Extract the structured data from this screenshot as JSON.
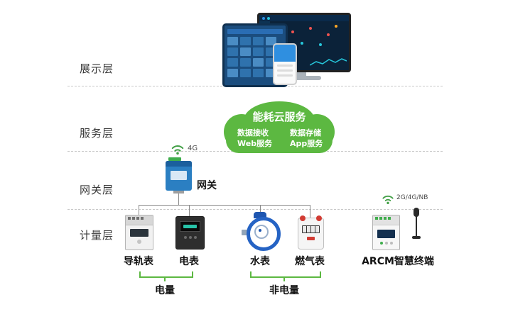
{
  "layers": [
    {
      "label": "展示层"
    },
    {
      "label": "服务层"
    },
    {
      "label": "网关层"
    },
    {
      "label": "计量层"
    }
  ],
  "cloud": {
    "title": "能耗云服务",
    "items": [
      {
        "label": "数据接收"
      },
      {
        "label": "数据存储"
      },
      {
        "label": "Web服务"
      },
      {
        "label": "App服务"
      }
    ]
  },
  "gateway": {
    "label": "网关",
    "wireless": "4G"
  },
  "meters": [
    {
      "label": "导轨表"
    },
    {
      "label": "电表"
    },
    {
      "label": "水表"
    },
    {
      "label": "燃气表"
    }
  ],
  "terminal": {
    "label": "ARCM智慧终端",
    "wireless": "2G/4G/NB"
  },
  "groups": [
    {
      "label": "电量"
    },
    {
      "label": "非电量"
    }
  ],
  "colors": {
    "accent_green": "#5cb841",
    "device_blue": "#2b7fc2",
    "line_gray": "#8a8a8a"
  }
}
